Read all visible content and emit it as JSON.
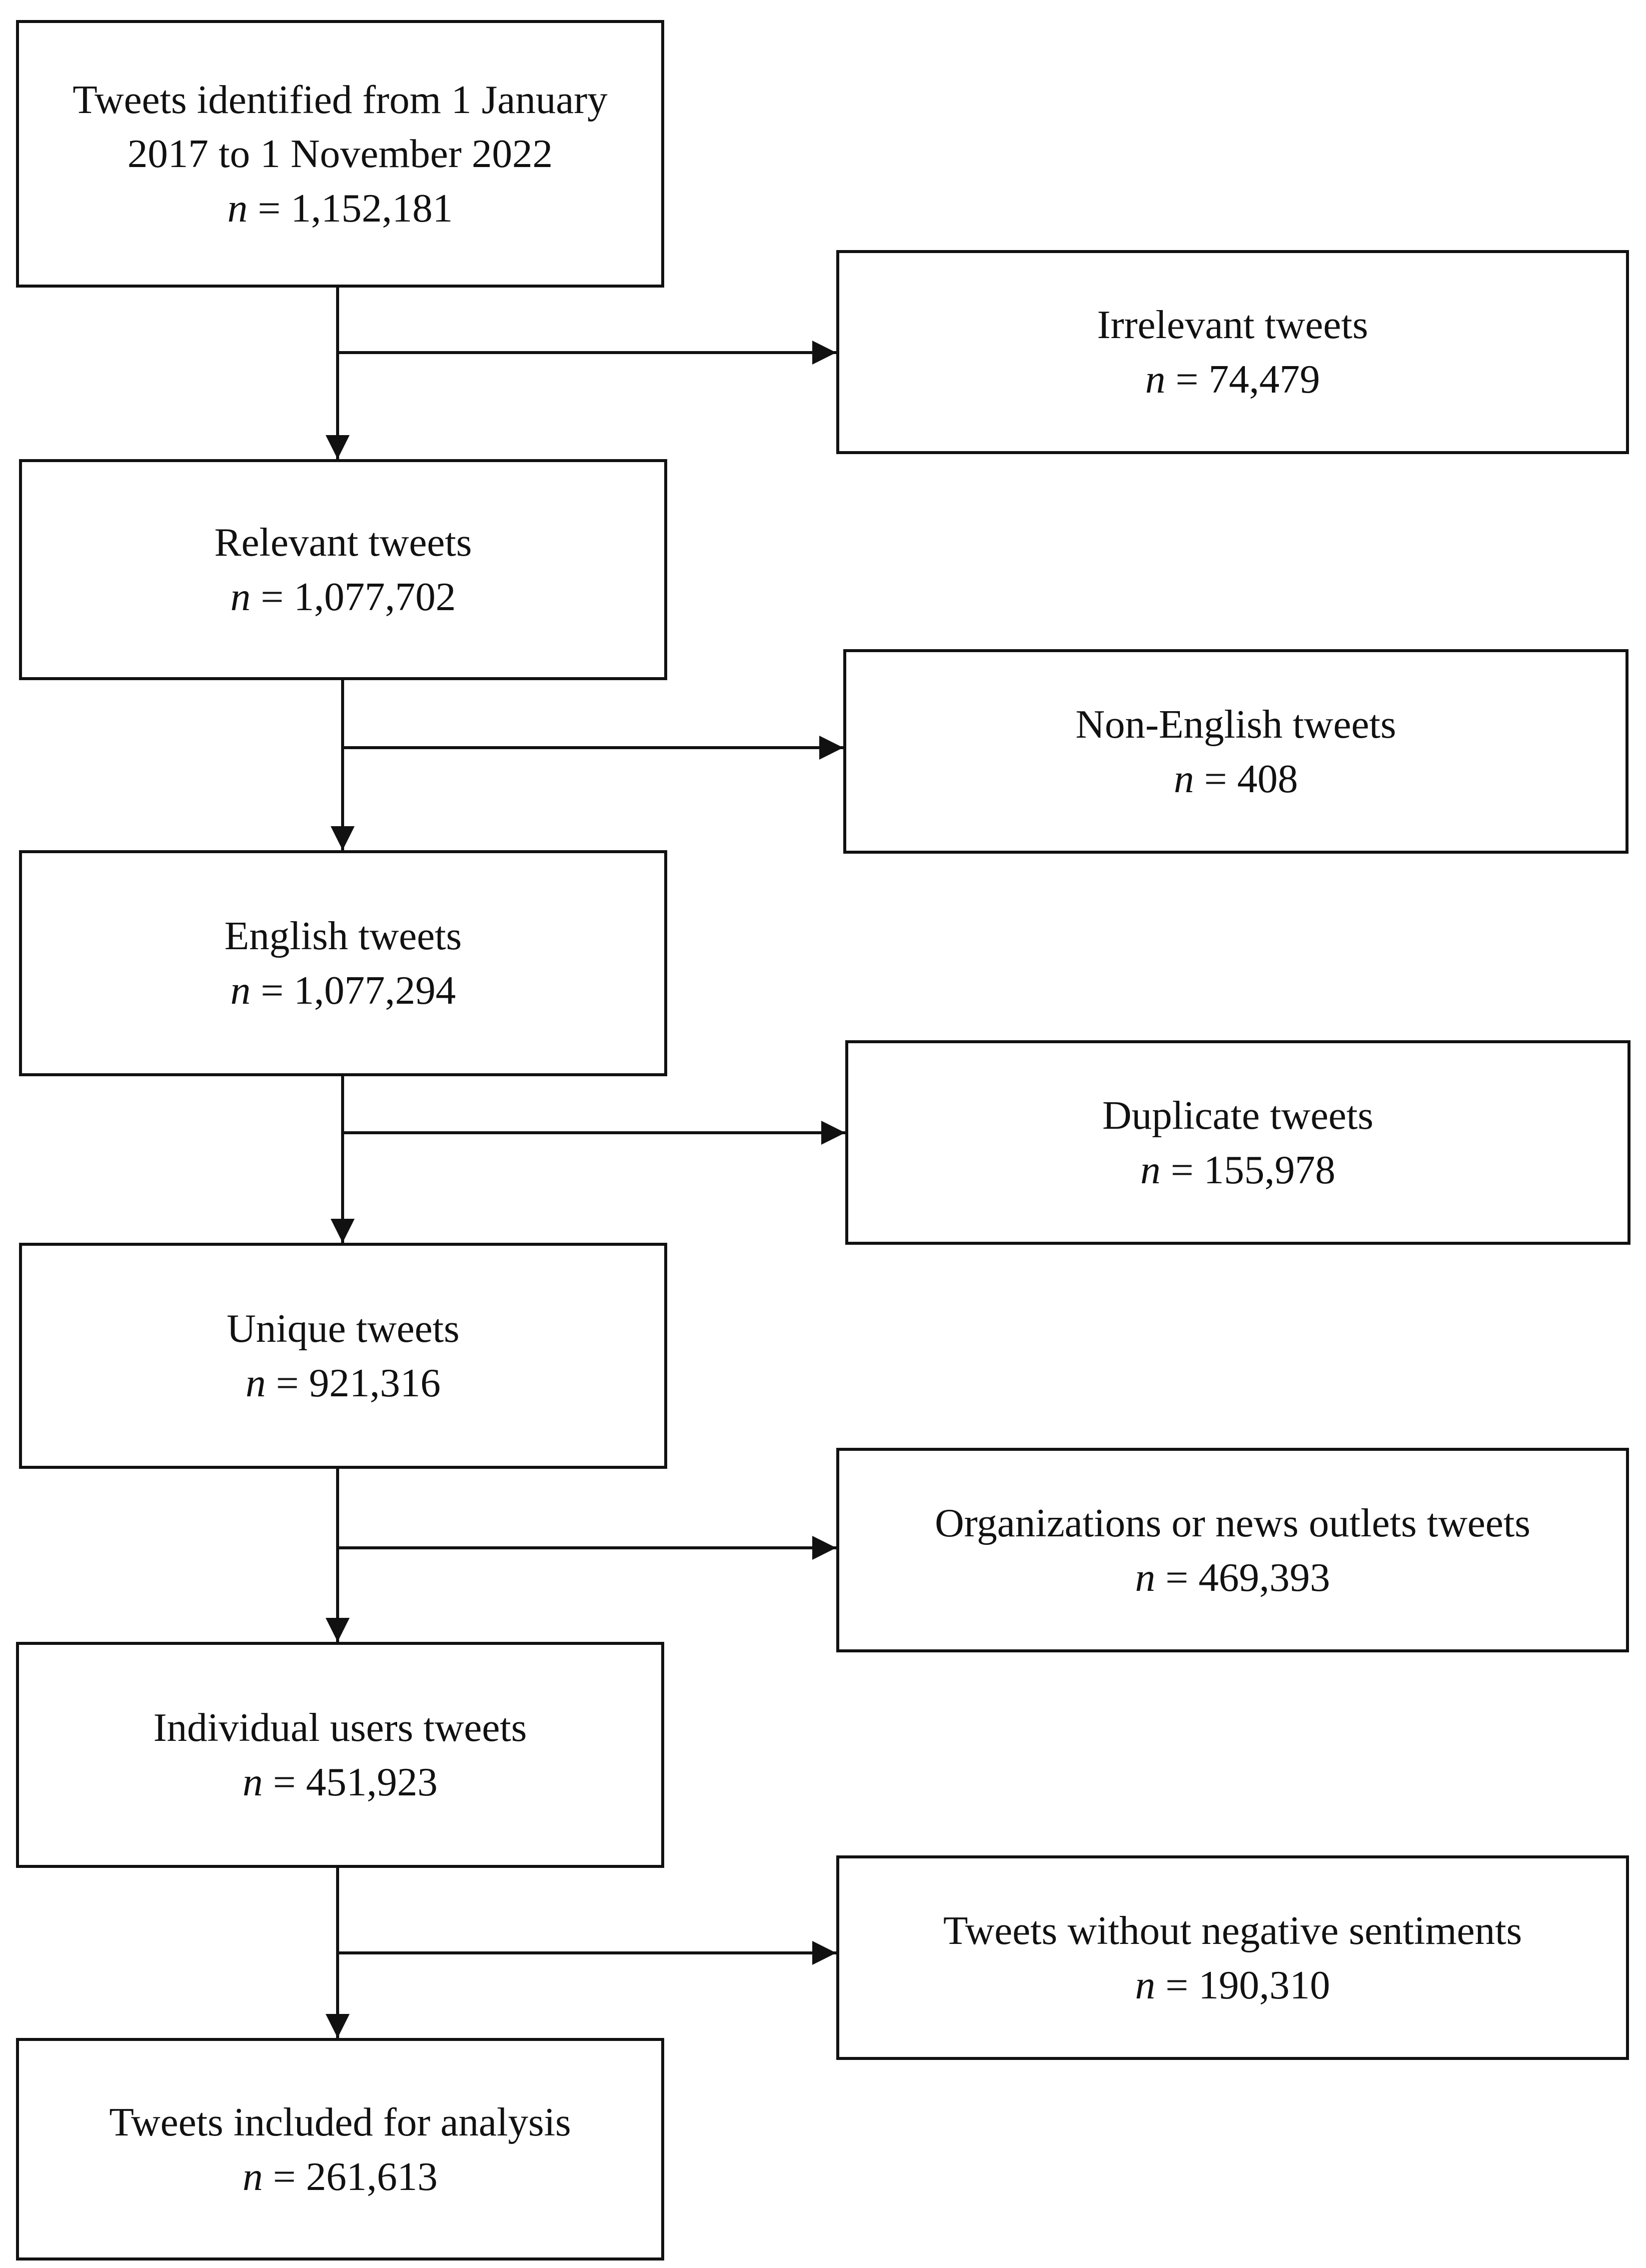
{
  "flow": {
    "steps": [
      {
        "label": "Tweets identified from 1 January 2017 to 1 November 2022",
        "n_symbol": "n",
        "n_value": "= 1,152,181"
      },
      {
        "label": "Relevant tweets",
        "n_symbol": "n",
        "n_value": "= 1,077,702"
      },
      {
        "label": "English tweets",
        "n_symbol": "n",
        "n_value": "= 1,077,294"
      },
      {
        "label": "Unique tweets",
        "n_symbol": "n",
        "n_value": "= 921,316"
      },
      {
        "label": "Individual users tweets",
        "n_symbol": "n",
        "n_value": "= 451,923"
      },
      {
        "label": "Tweets included for analysis",
        "n_symbol": "n",
        "n_value": "= 261,613"
      }
    ],
    "exclusions": [
      {
        "label": "Irrelevant tweets",
        "n_symbol": "n",
        "n_value": "= 74,479"
      },
      {
        "label": "Non-English tweets",
        "n_symbol": "n",
        "n_value": "= 408"
      },
      {
        "label": "Duplicate tweets",
        "n_symbol": "n",
        "n_value": "= 155,978"
      },
      {
        "label": "Organizations or news outlets tweets",
        "n_symbol": "n",
        "n_value": "= 469,393"
      },
      {
        "label": "Tweets without negative sentiments",
        "n_symbol": "n",
        "n_value": "= 190,310"
      }
    ]
  }
}
